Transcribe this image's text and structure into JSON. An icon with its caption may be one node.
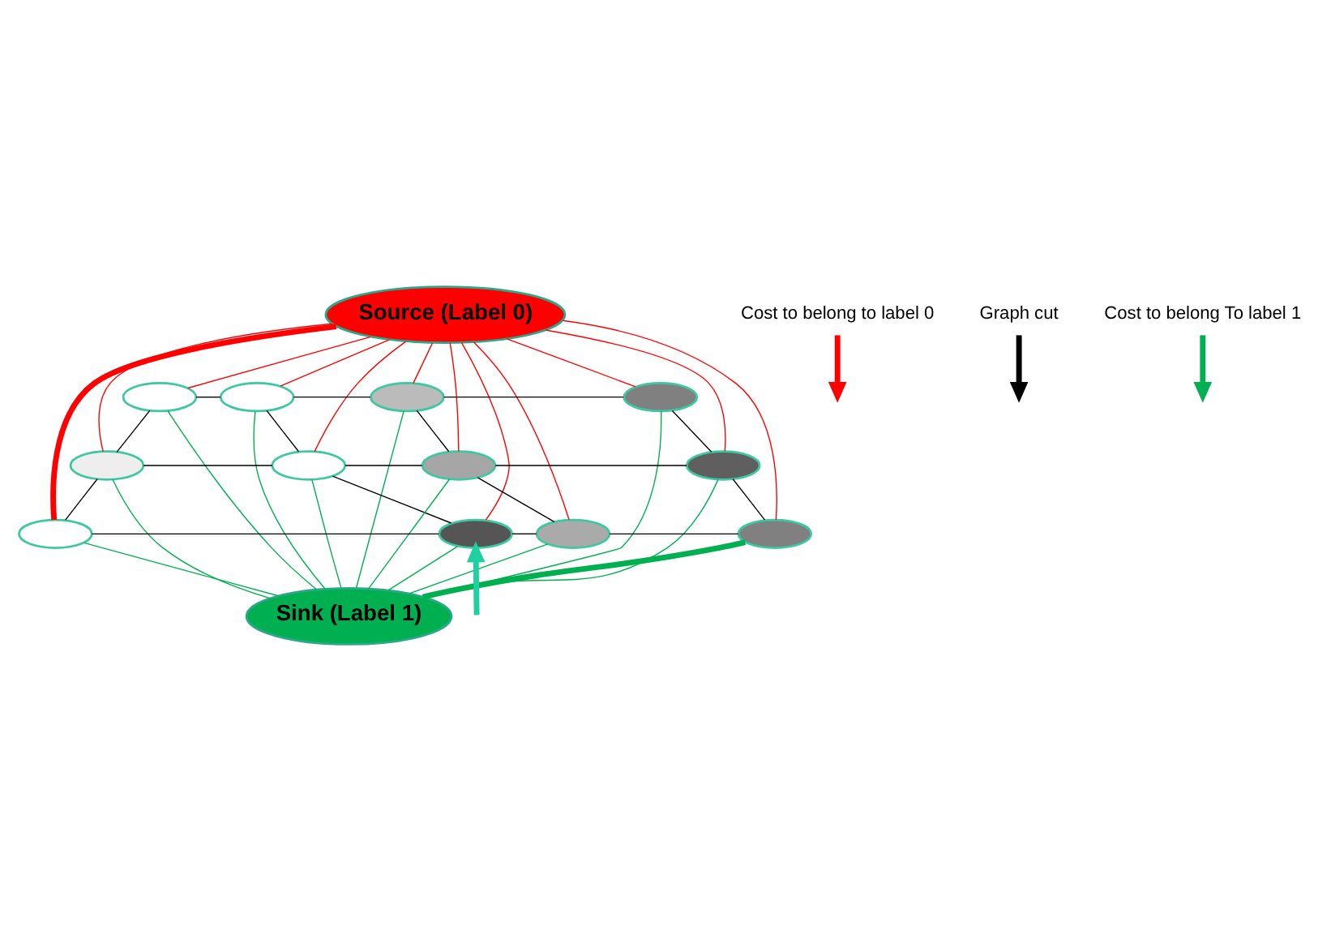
{
  "diagram": {
    "nodes": [
      {
        "text": [
          "Source (Label 0)"
        ]
      },
      {
        "text": [],
        "shape": "ellipse"
      },
      {
        "text": [],
        "shape": "ellipse"
      },
      {
        "text": [],
        "shape": "ellipse"
      },
      {
        "text": [],
        "shape": "ellipse"
      },
      {
        "text": [],
        "shape": "ellipse"
      },
      {
        "text": [],
        "shape": "ellipse"
      },
      {
        "text": [],
        "shape": "ellipse"
      },
      {
        "text": [],
        "shape": "ellipse"
      },
      {
        "text": [],
        "shape": "ellipse"
      },
      {
        "text": [],
        "shape": "ellipse"
      },
      {
        "text": [],
        "shape": "ellipse"
      },
      {
        "text": [],
        "shape": "ellipse"
      },
      {
        "text": [
          "Sink (Label 1)"
        ]
      },
      {
        "text": [
          "Cost to belong to label 0"
        ]
      },
      {
        "text": [
          "Graph cut"
        ]
      },
      {
        "text": [
          "Cost to belong To label 1"
        ]
      }
    ],
    "edges": [
      {
        "from": 0,
        "to": 1,
        "arrow": "none",
        "color": "#ff0000"
      },
      {
        "from": 0,
        "to": 2,
        "arrow": "none",
        "color": "#ff0000"
      },
      {
        "from": 0,
        "to": 3,
        "arrow": "none",
        "color": "#ff0000"
      },
      {
        "from": 0,
        "to": 4,
        "arrow": "none",
        "color": "#ff0000"
      },
      {
        "from": 0,
        "to": 5,
        "arrow": "none",
        "color": "#ff0000"
      },
      {
        "from": 0,
        "to": 6,
        "arrow": "none",
        "color": "#ff0000"
      },
      {
        "from": 0,
        "to": 7,
        "arrow": "none",
        "color": "#ff0000"
      },
      {
        "from": 0,
        "to": 8,
        "arrow": "none",
        "color": "#ff0000"
      },
      {
        "from": 0,
        "to": 9,
        "arrow": "none",
        "color": "#ff0000",
        "style": "thick"
      },
      {
        "from": 0,
        "to": 10,
        "arrow": "none",
        "color": "#ff0000"
      },
      {
        "from": 0,
        "to": 11,
        "arrow": "none",
        "color": "#ff0000"
      },
      {
        "from": 0,
        "to": 12,
        "arrow": "none",
        "color": "#ff0000"
      },
      {
        "from": 1,
        "to": 2,
        "arrow": "none"
      },
      {
        "from": 2,
        "to": 3,
        "arrow": "none"
      },
      {
        "from": 3,
        "to": 4,
        "arrow": "none"
      },
      {
        "from": 5,
        "to": 6,
        "arrow": "none"
      },
      {
        "from": 6,
        "to": 7,
        "arrow": "none"
      },
      {
        "from": 7,
        "to": 8,
        "arrow": "none"
      },
      {
        "from": 9,
        "to": 10,
        "arrow": "none"
      },
      {
        "from": 10,
        "to": 11,
        "arrow": "none"
      },
      {
        "from": 11,
        "to": 12,
        "arrow": "none"
      },
      {
        "from": 1,
        "to": 5,
        "arrow": "none"
      },
      {
        "from": 5,
        "to": 9,
        "arrow": "none"
      },
      {
        "from": 2,
        "to": 6,
        "arrow": "none"
      },
      {
        "from": 6,
        "to": 10,
        "arrow": "none"
      },
      {
        "from": 3,
        "to": 7,
        "arrow": "none"
      },
      {
        "from": 7,
        "to": 11,
        "arrow": "none"
      },
      {
        "from": 4,
        "to": 8,
        "arrow": "none"
      },
      {
        "from": 8,
        "to": 12,
        "arrow": "none"
      },
      {
        "from": 1,
        "to": 13,
        "arrow": "none",
        "color": "#00b050"
      },
      {
        "from": 2,
        "to": 13,
        "arrow": "none",
        "color": "#00b050"
      },
      {
        "from": 3,
        "to": 13,
        "arrow": "none",
        "color": "#00b050"
      },
      {
        "from": 4,
        "to": 13,
        "arrow": "none",
        "color": "#00b050"
      },
      {
        "from": 5,
        "to": 13,
        "arrow": "none",
        "color": "#00b050"
      },
      {
        "from": 6,
        "to": 13,
        "arrow": "none",
        "color": "#00b050"
      },
      {
        "from": 7,
        "to": 13,
        "arrow": "none",
        "color": "#00b050"
      },
      {
        "from": 8,
        "to": 13,
        "arrow": "none",
        "color": "#00b050"
      },
      {
        "from": 9,
        "to": 13,
        "arrow": "none",
        "color": "#00b050"
      },
      {
        "from": 10,
        "to": 13,
        "arrow": "none",
        "color": "#00b050"
      },
      {
        "from": 11,
        "to": 13,
        "arrow": "none",
        "color": "#00b050"
      },
      {
        "from": 12,
        "to": 13,
        "arrow": "none",
        "color": "#00b050",
        "style": "thick"
      },
      {
        "from": 14,
        "to": null,
        "arrow": "to",
        "color": "#ff0000",
        "style": "thick"
      },
      {
        "from": 15,
        "to": null,
        "arrow": "to",
        "style": "thick"
      },
      {
        "from": 16,
        "to": null,
        "arrow": "to",
        "color": "#00b050",
        "style": "thick"
      },
      {
        "from": null,
        "to": 10,
        "arrow": "to",
        "color": "#20d0a0",
        "style": "thick"
      }
    ]
  }
}
